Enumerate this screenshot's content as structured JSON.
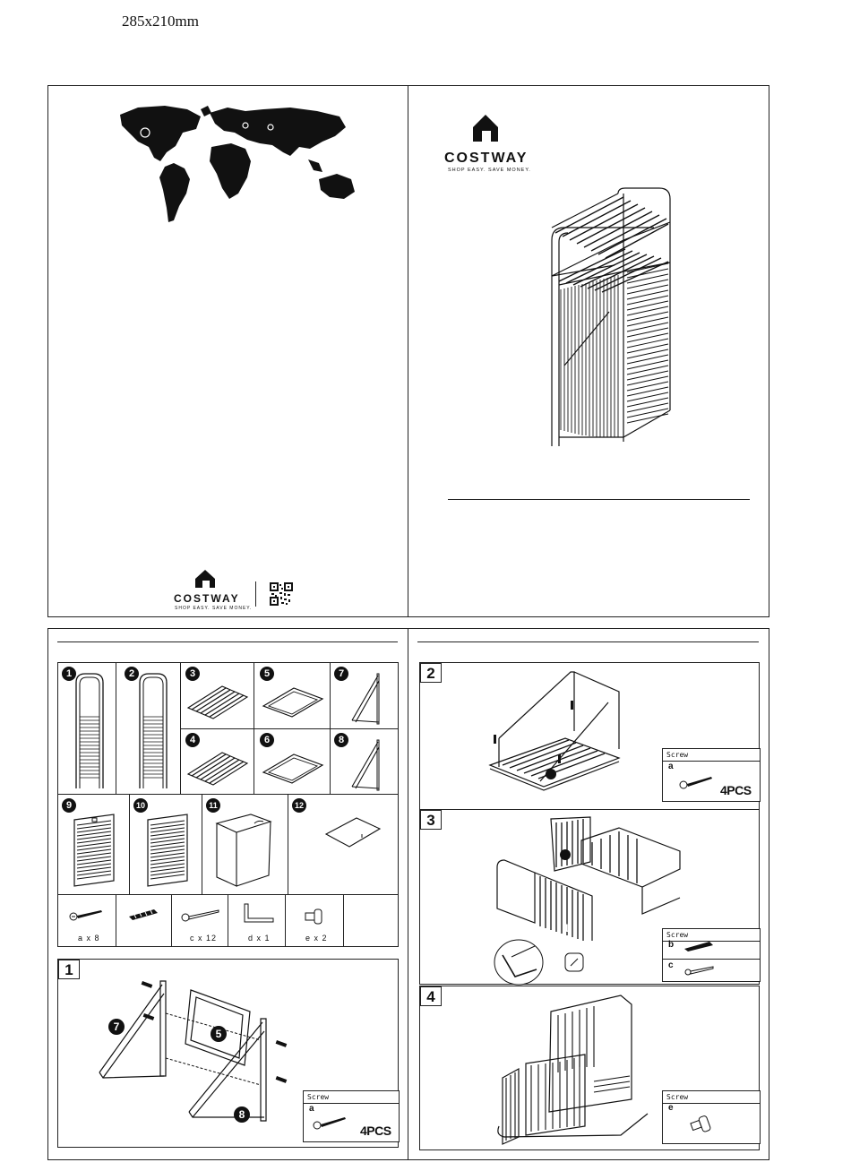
{
  "page": {
    "dimension_label": "285x210mm"
  },
  "brand": {
    "name": "COSTWAY",
    "slogan": "SHOP EASY. SAVE MONEY."
  },
  "parts": [
    {
      "id": "1",
      "label": "1"
    },
    {
      "id": "2",
      "label": "2"
    },
    {
      "id": "3",
      "label": "3"
    },
    {
      "id": "5",
      "label": "5"
    },
    {
      "id": "7",
      "label": "7"
    },
    {
      "id": "4",
      "label": "4"
    },
    {
      "id": "6",
      "label": "6"
    },
    {
      "id": "8",
      "label": "8"
    },
    {
      "id": "9",
      "label": "9"
    },
    {
      "id": "10",
      "label": "10"
    },
    {
      "id": "11",
      "label": "11"
    },
    {
      "id": "12",
      "label": "12"
    }
  ],
  "hardware": [
    {
      "caption": "a x 8"
    },
    {
      "caption": ""
    },
    {
      "caption": "c x 12"
    },
    {
      "caption": "d x 1"
    },
    {
      "caption": "e x 2"
    }
  ],
  "steps": [
    {
      "number": "1",
      "screw_header": "Screw",
      "screw_letter": "a",
      "qty": "4PCS",
      "labels": [
        "7",
        "5",
        "8"
      ]
    },
    {
      "number": "2",
      "screw_header": "Screw",
      "screw_letter": "a",
      "qty": "4PCS"
    },
    {
      "number": "3",
      "screw_header": "Screw",
      "screw_letters": [
        "b",
        "c"
      ]
    },
    {
      "number": "4",
      "screw_header": "Screw",
      "screw_letter": "e"
    }
  ]
}
